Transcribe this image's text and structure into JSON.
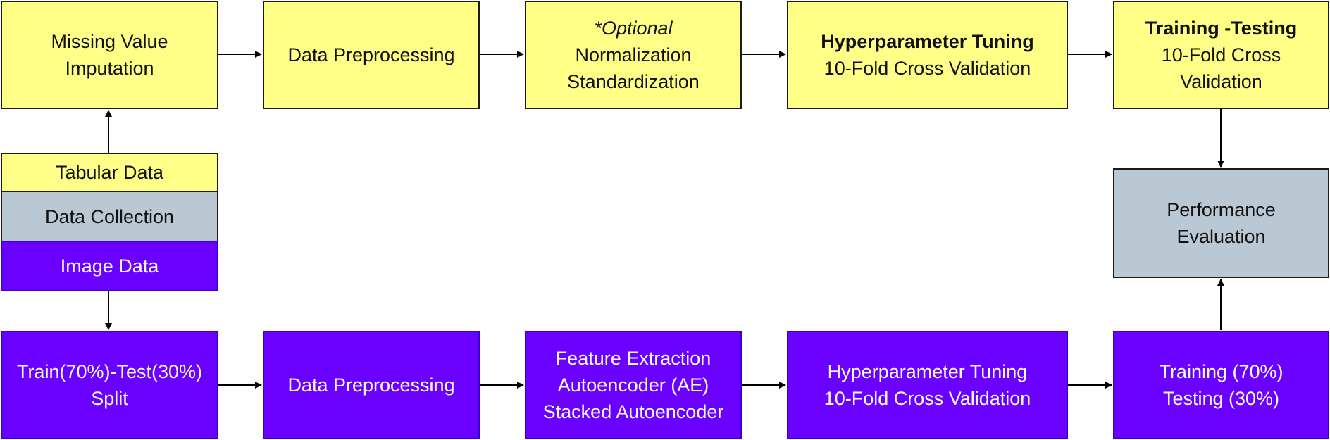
{
  "colors": {
    "yellow": "#ffff88",
    "gray": "#bac8d3",
    "purple": "#6a00ff",
    "arrow": "#000000"
  },
  "top_row": {
    "missing_value": [
      "Missing Value",
      "Imputation"
    ],
    "preprocessing": [
      "Data Preprocessing"
    ],
    "normalization": {
      "optional": "*Optional",
      "lines": [
        "Normalization",
        "Standardization"
      ]
    },
    "hyperparameter": {
      "title": "Hyperparameter Tuning",
      "sub": "10-Fold Cross Validation"
    },
    "training_testing": {
      "title": "Training -Testing",
      "lines": [
        "10-Fold Cross",
        "Validation"
      ]
    }
  },
  "collection": {
    "tabular": "Tabular Data",
    "collection": "Data Collection",
    "image": "Image Data"
  },
  "performance": [
    "Performance",
    "Evaluation"
  ],
  "bottom_row": {
    "split": [
      "Train(70%)-Test(30%)",
      "Split"
    ],
    "preprocessing": [
      "Data Preprocessing"
    ],
    "feature": [
      "Feature Extraction",
      "Autoencoder (AE)",
      "Stacked Autoencoder"
    ],
    "hyperparameter": [
      "Hyperparameter Tuning",
      "10-Fold Cross Validation"
    ],
    "training": [
      "Training (70%)",
      "Testing (30%)"
    ]
  }
}
